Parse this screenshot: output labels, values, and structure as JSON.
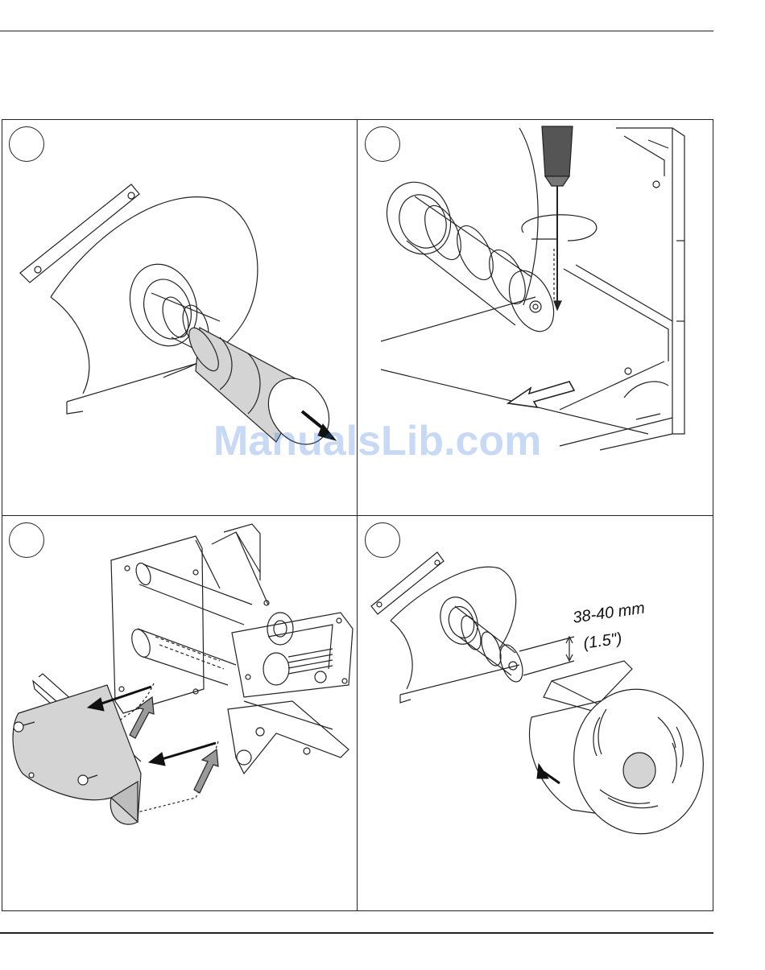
{
  "document": {
    "watermark": "ManualsLib.com"
  },
  "panels": [
    {
      "id": "panel-1",
      "step_label": ""
    },
    {
      "id": "panel-2",
      "step_label": ""
    },
    {
      "id": "panel-3",
      "step_label": ""
    },
    {
      "id": "panel-4",
      "step_label": "",
      "dimension_mm": "38-40 mm",
      "dimension_in": "(1.5\")"
    }
  ],
  "colors": {
    "line": "#222222",
    "shade": "#d4d4d4",
    "arrow_fill": "#9a9a9a",
    "watermark": "#3b78d8"
  }
}
